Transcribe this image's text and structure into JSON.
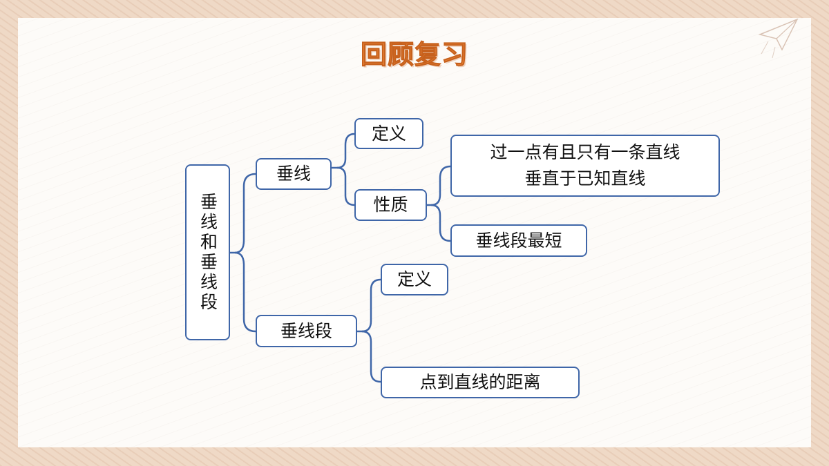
{
  "title": "回顾复习",
  "root": {
    "label": "垂线和垂线段"
  },
  "branches": {
    "perp_line": {
      "label": "垂线",
      "definition": "定义",
      "property": "性质",
      "property_items": [
        "过一点有且只有一条直线\n垂直于已知直线",
        "垂线段最短"
      ]
    },
    "perp_segment": {
      "label": "垂线段",
      "definition": "定义",
      "distance": "点到直线的距离"
    }
  },
  "colors": {
    "title": "#f08a3c",
    "border": "#3f66a8",
    "lines": "#3f66a8"
  }
}
